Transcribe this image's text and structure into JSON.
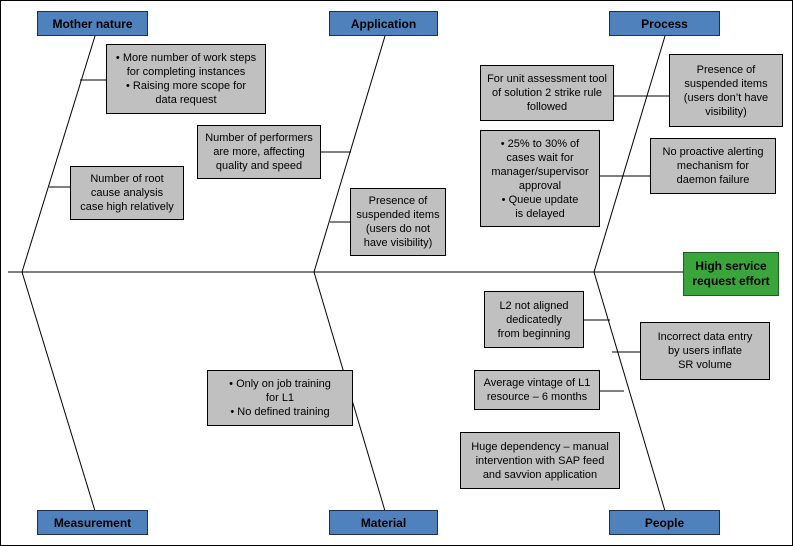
{
  "effect": {
    "lines": [
      "High service",
      "request effort"
    ],
    "color": "#3aa53a"
  },
  "categories": {
    "mother_nature": "Mother nature",
    "application": "Application",
    "process": "Process",
    "measurement": "Measurement",
    "material": "Material",
    "people": "People",
    "color": "#4f81bd"
  },
  "causes": {
    "mother_nature_1": [
      "• More number of work steps",
      "for completing instances",
      "• Raising more scope for",
      "data request"
    ],
    "mother_nature_2": [
      "Number of root",
      "cause analysis",
      "case high relatively"
    ],
    "application_1": [
      "Number of performers",
      "are more, affecting",
      "quality and speed"
    ],
    "application_2": [
      "Presence of",
      "suspended items",
      "(users do not",
      "have visibility)"
    ],
    "process_1": [
      "For unit assessment tool",
      "of solution 2 strike rule",
      "followed"
    ],
    "process_2": [
      "Presence of",
      "suspended items",
      "(users don’t have",
      "visibility)"
    ],
    "process_3": [
      "• 25% to 30% of",
      "cases wait for",
      "manager/supervisor",
      "approval",
      "• Queue update",
      "is delayed"
    ],
    "process_4": [
      "No proactive alerting",
      "mechanism for",
      "daemon failure"
    ],
    "material_1": [
      "• Only on job training",
      "for L1",
      "• No defined training"
    ],
    "people_1": [
      "L2 not aligned",
      "dedicatedly",
      "from beginning"
    ],
    "people_2": [
      "Incorrect data entry",
      "by users inflate",
      "SR volume"
    ],
    "people_3": [
      "Average vintage of L1",
      "resource – 6 months"
    ],
    "people_4": [
      "Huge dependency – manual",
      "intervention with SAP feed",
      "and savvion application"
    ],
    "fill_color": "#c0c0c0"
  }
}
